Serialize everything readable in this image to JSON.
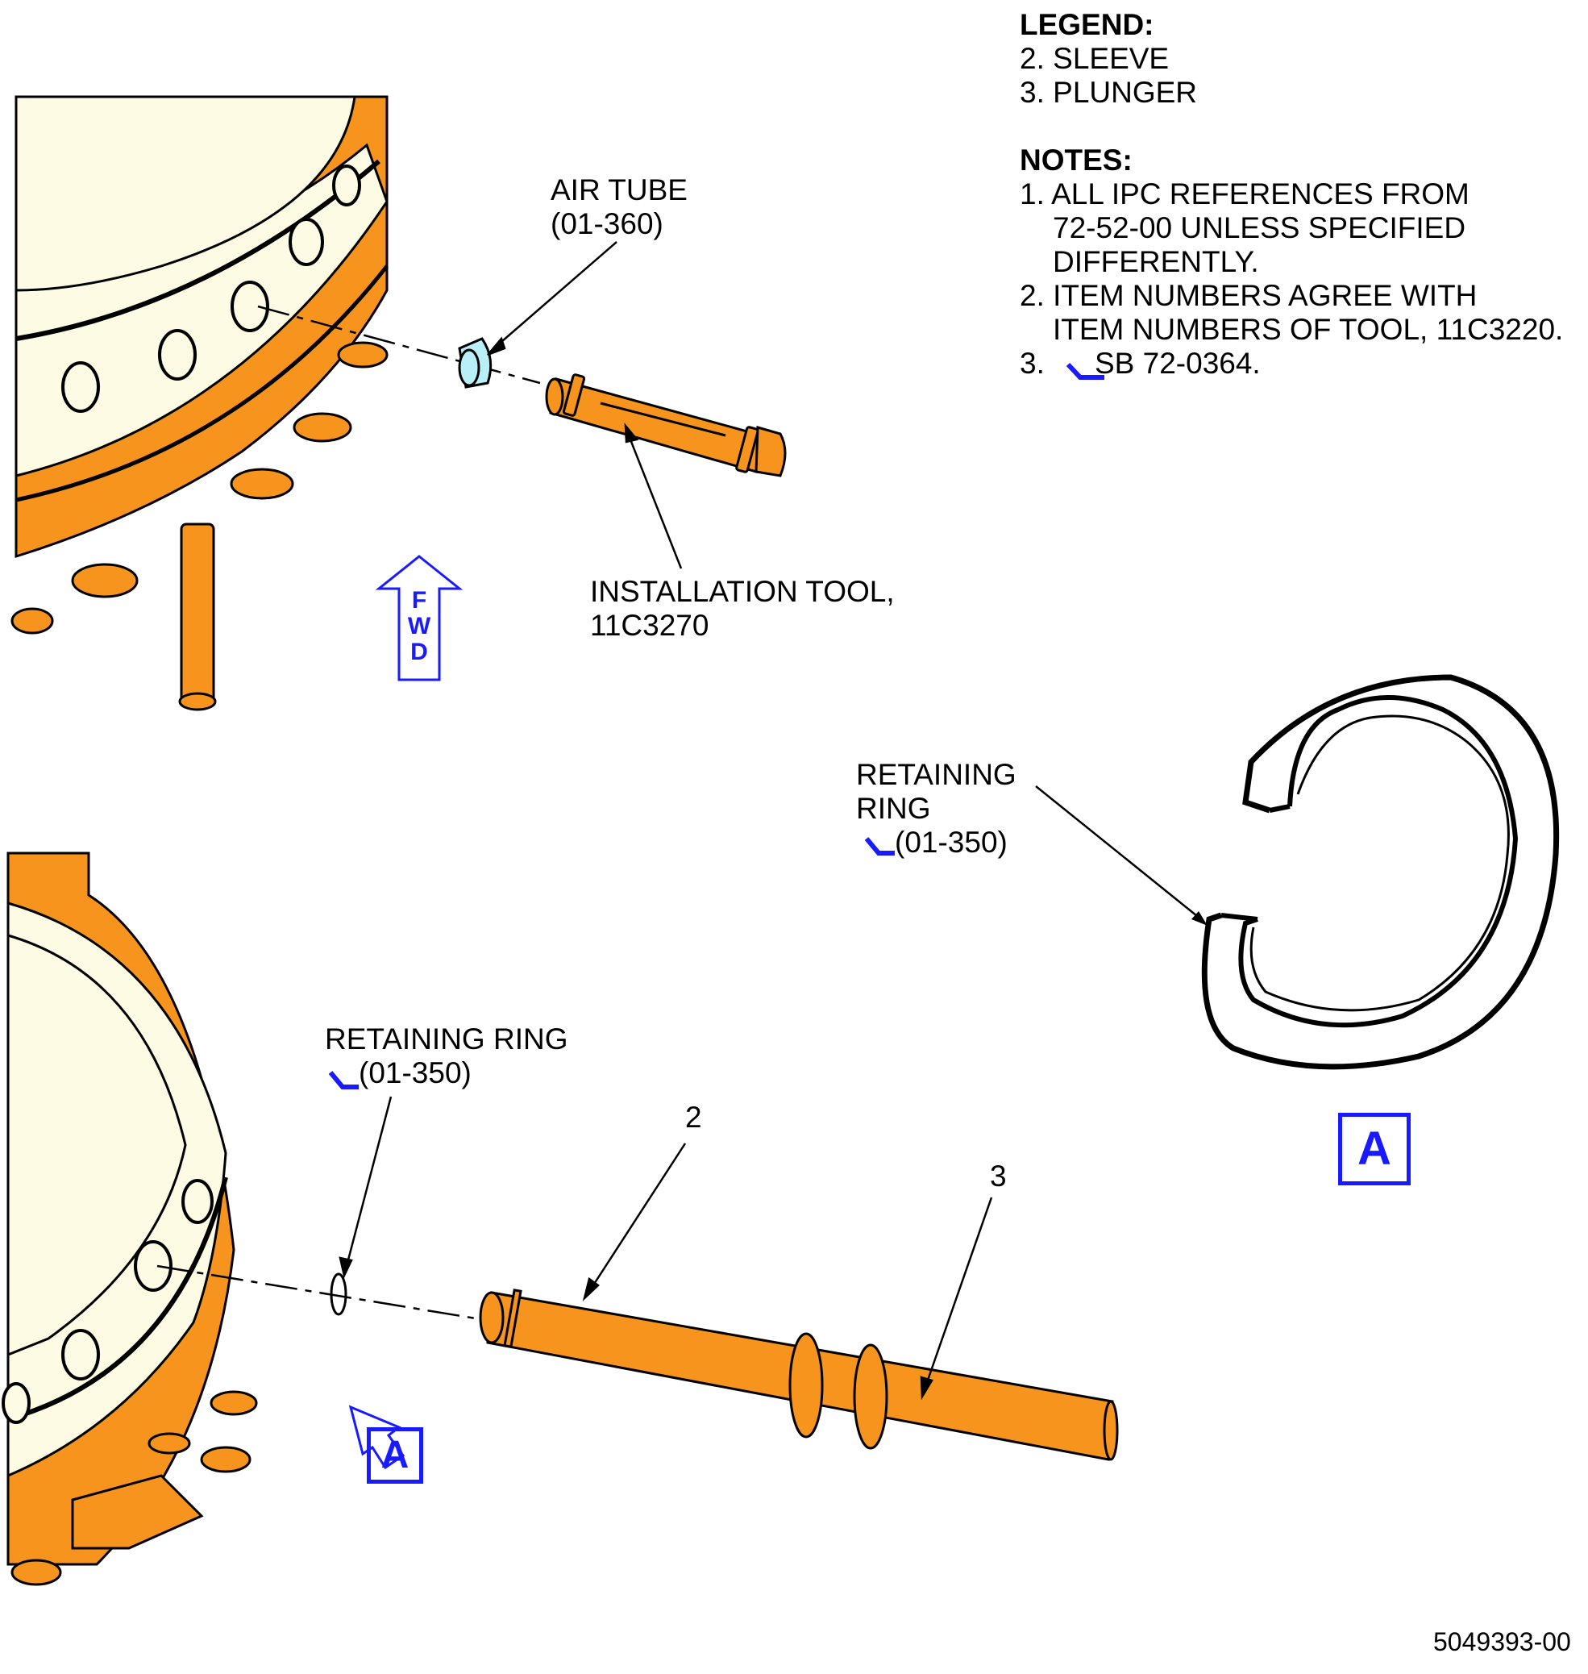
{
  "legend": {
    "title": "LEGEND:",
    "items": [
      "2. SLEEVE",
      "3. PLUNGER"
    ]
  },
  "notes": {
    "title": "NOTES:",
    "n1_line1": "1. ALL IPC REFERENCES FROM",
    "n1_line2": "72-52-00 UNLESS SPECIFIED",
    "n1_line3": "DIFFERENTLY.",
    "n2_line1": "2. ITEM NUMBERS AGREE WITH",
    "n2_line2": "ITEM NUMBERS OF TOOL, 11C3220.",
    "n3_prefix": "3.",
    "n3_text": "SB 72-0364."
  },
  "callouts": {
    "air_tube_1": "AIR TUBE",
    "air_tube_2": "(01-360)",
    "install_tool_1": "INSTALLATION TOOL,",
    "install_tool_2": "11C3270",
    "ret_ring_right_1": "RETAINING",
    "ret_ring_right_2": "RING",
    "ret_ring_right_3": "(01-350)",
    "ret_ring_left_1": "RETAINING RING",
    "ret_ring_left_2": "(01-350)",
    "item_2": "2",
    "item_3": "3"
  },
  "fwd_letters": [
    "F",
    "W",
    "D"
  ],
  "view_label": "A",
  "drawing_number": "5049393-00",
  "colors": {
    "part": "#f7941d",
    "housing": "#fdfbe3",
    "air_tube": "#b9f0f7",
    "accent": "#1a1aff"
  }
}
